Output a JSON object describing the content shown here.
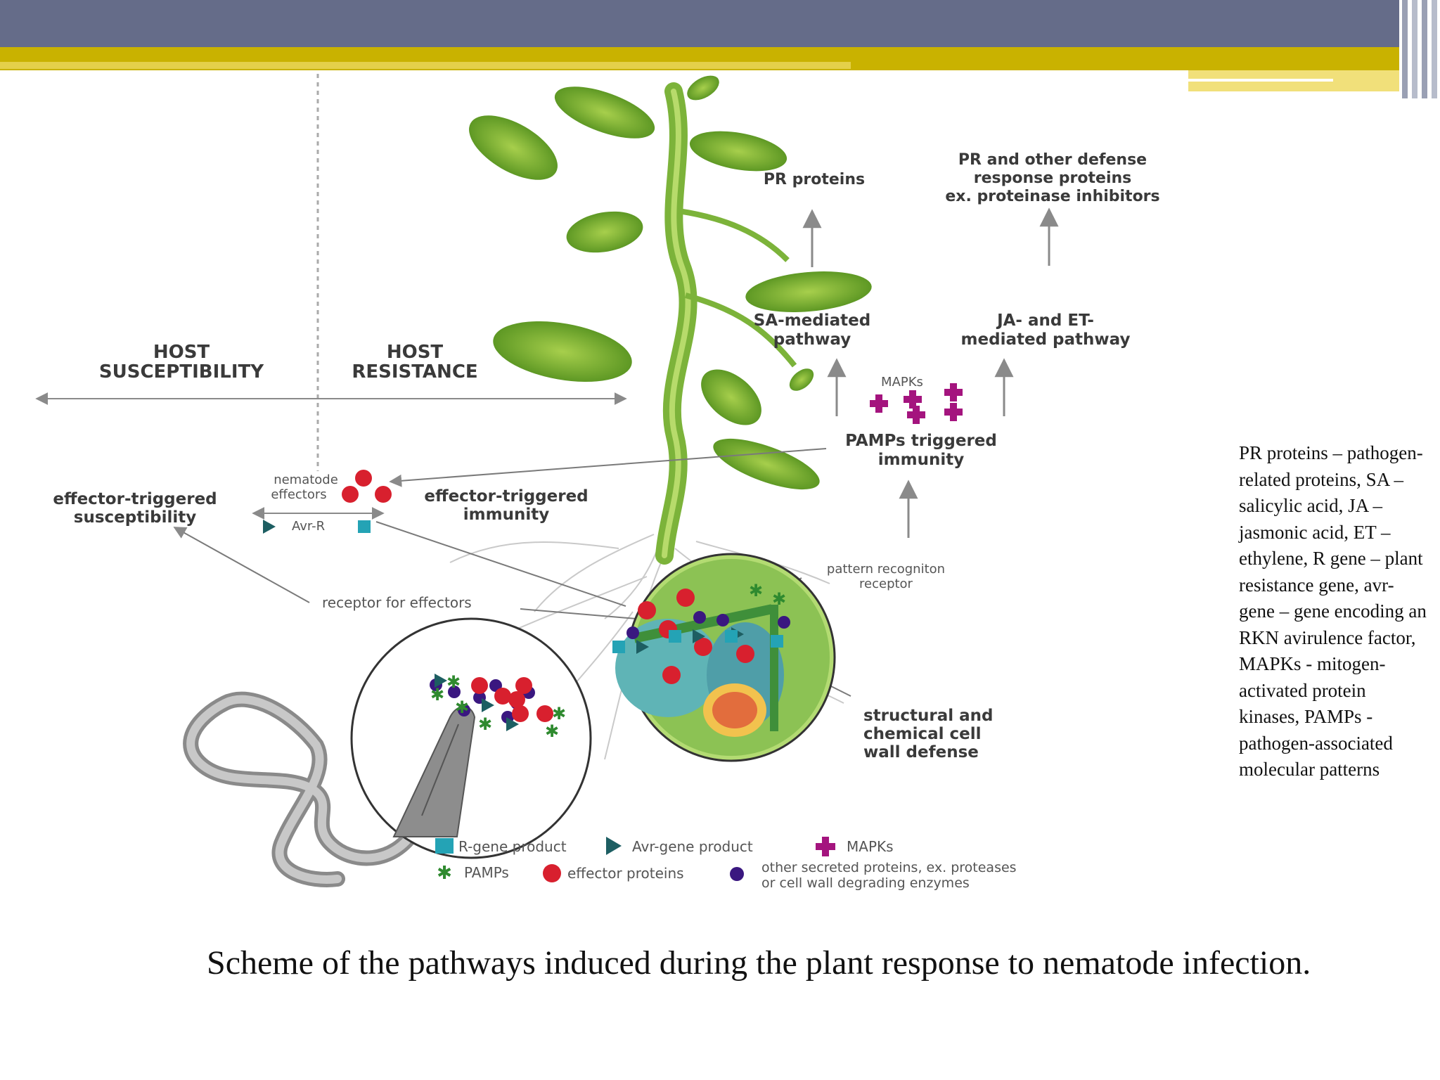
{
  "header": {
    "bar_color": "#656c89",
    "accent_color": "#c9b200"
  },
  "diagram": {
    "host_susceptibility": [
      "HOST",
      "SUSCEPTIBILITY"
    ],
    "host_resistance": [
      "HOST",
      "RESISTANCE"
    ],
    "pr_proteins": "PR proteins",
    "pr_other": [
      "PR and other defense",
      "response proteins",
      "ex. proteinase inhibitors"
    ],
    "sa_pathway": [
      "SA-mediated",
      "pathway"
    ],
    "ja_pathway": [
      "JA- and ET-",
      "mediated pathway"
    ],
    "mapks": "MAPKs",
    "pamps_immunity": [
      "PAMPs triggered",
      "immunity"
    ],
    "effector_susceptibility": [
      "effector-triggered",
      "susceptibility"
    ],
    "nematode_effectors": [
      "nematode",
      "effectors"
    ],
    "effector_immunity": [
      "effector-triggered",
      "immunity"
    ],
    "avr_r": "Avr-R",
    "pattern_receptor": [
      "pattern recogniton",
      "receptor"
    ],
    "receptor_effectors": "receptor for effectors",
    "wall_defense": [
      "structural and",
      "chemical cell",
      "wall defense"
    ],
    "legend": {
      "r_gene": "R-gene product",
      "avr_gene": "Avr-gene product",
      "mapks": "MAPKs",
      "pamps": "PAMPs",
      "effector": "effector proteins",
      "other": [
        "other secreted proteins, ex. proteases",
        "or cell wall degrading enzymes"
      ]
    },
    "colors": {
      "effector": "#d8202e",
      "r_gene": "#24a3b5",
      "avr": "#1d5e62",
      "mapk": "#a4147e",
      "pamp": "#2f8a2f",
      "secreted": "#3a1780",
      "leaf": "#6faa2a"
    }
  },
  "side_note": "PR proteins – pathogen-related proteins, SA – salicylic acid, JA – jasmonic acid, ET – ethylene, R gene – plant resistance gene, avr-gene – gene encoding an RKN avirulence factor, MAPKs - mitogen-activated protein kinases, PAMPs - pathogen-associated molecular patterns",
  "caption": "Scheme of the pathways induced during the plant response to nematode infection."
}
